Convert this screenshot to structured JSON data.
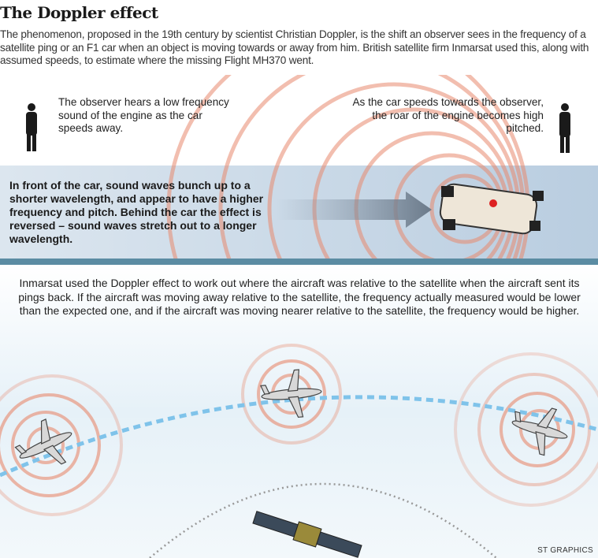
{
  "title": "The Doppler effect",
  "intro": "The phenomenon, proposed in the 19th century by scientist Christian Doppler, is the shift an observer sees in the frequency of a satellite ping or an F1 car when an object is moving towards or away from him. British satellite firm Inmarsat used this, along with assumed speeds, to estimate where the missing Flight MH370 went.",
  "observer_left": "The observer hears a low frequency sound of the engine as the car speeds away.",
  "observer_right": "As the car speeds towards the observer, the roar of the engine becomes high pitched.",
  "car_band": "In front of the car, sound waves bunch up to a shorter wavelength, and appear to have a higher frequency and pitch. Behind the car the effect is reversed – sound waves stretch out to a longer wavelength.",
  "satellite_text": "Inmarsat used the Doppler effect to work out where the aircraft was relative to the satellite when the aircraft sent its pings back. If the aircraft was moving away relative to the satellite, the frequency actually measured would be lower than the expected one, and if the aircraft was moving nearer relative to the satellite, the frequency would be higher.",
  "credit": "ST GRAPHICS",
  "colors": {
    "wave": "#e8896d",
    "band": "#c9d9e8",
    "bar": "#5b8ca3",
    "path": "#7fc3ea"
  }
}
